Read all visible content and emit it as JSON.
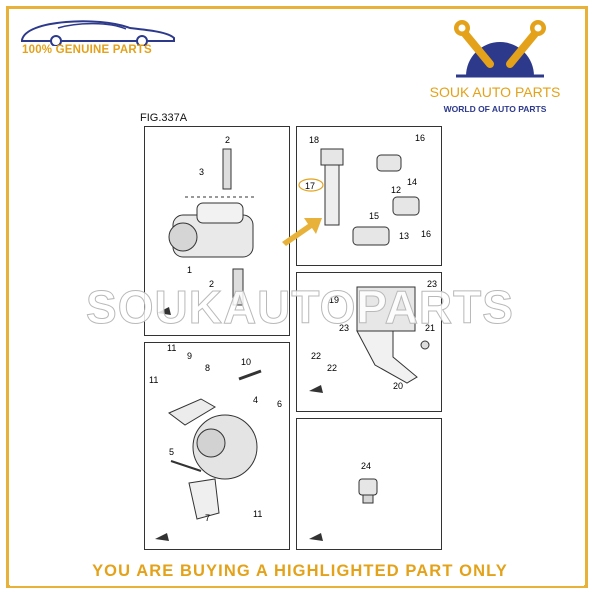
{
  "header": {
    "genuine_label": "100% GENUINE PARTS",
    "brand_name": "SOUK AUTO PARTS",
    "brand_tagline": "WORLD OF AUTO PARTS"
  },
  "diagram": {
    "figure_label": "FIG.337A",
    "callouts": {
      "starter": [
        "3",
        "2",
        "1",
        "2"
      ],
      "ignition": [
        "18",
        "17",
        "16",
        "12",
        "14",
        "15",
        "13",
        "16"
      ],
      "ecu": [
        "23",
        "19",
        "23",
        "21",
        "22",
        "22",
        "20"
      ],
      "alternator": [
        "11",
        "9",
        "10",
        "11",
        "8",
        "4",
        "6",
        "5",
        "7",
        "11"
      ],
      "sensor": [
        "24"
      ]
    }
  },
  "watermark": "SOUKAUTOPARTS",
  "footer": {
    "notice": "YOU ARE BUYING A HIGHLIGHTED PART ONLY"
  },
  "colors": {
    "accent": "#e3a21a",
    "frame": "#e8b23a",
    "brand_blue": "#2d3a8c",
    "highlight_arrow": "#e8b23a"
  }
}
